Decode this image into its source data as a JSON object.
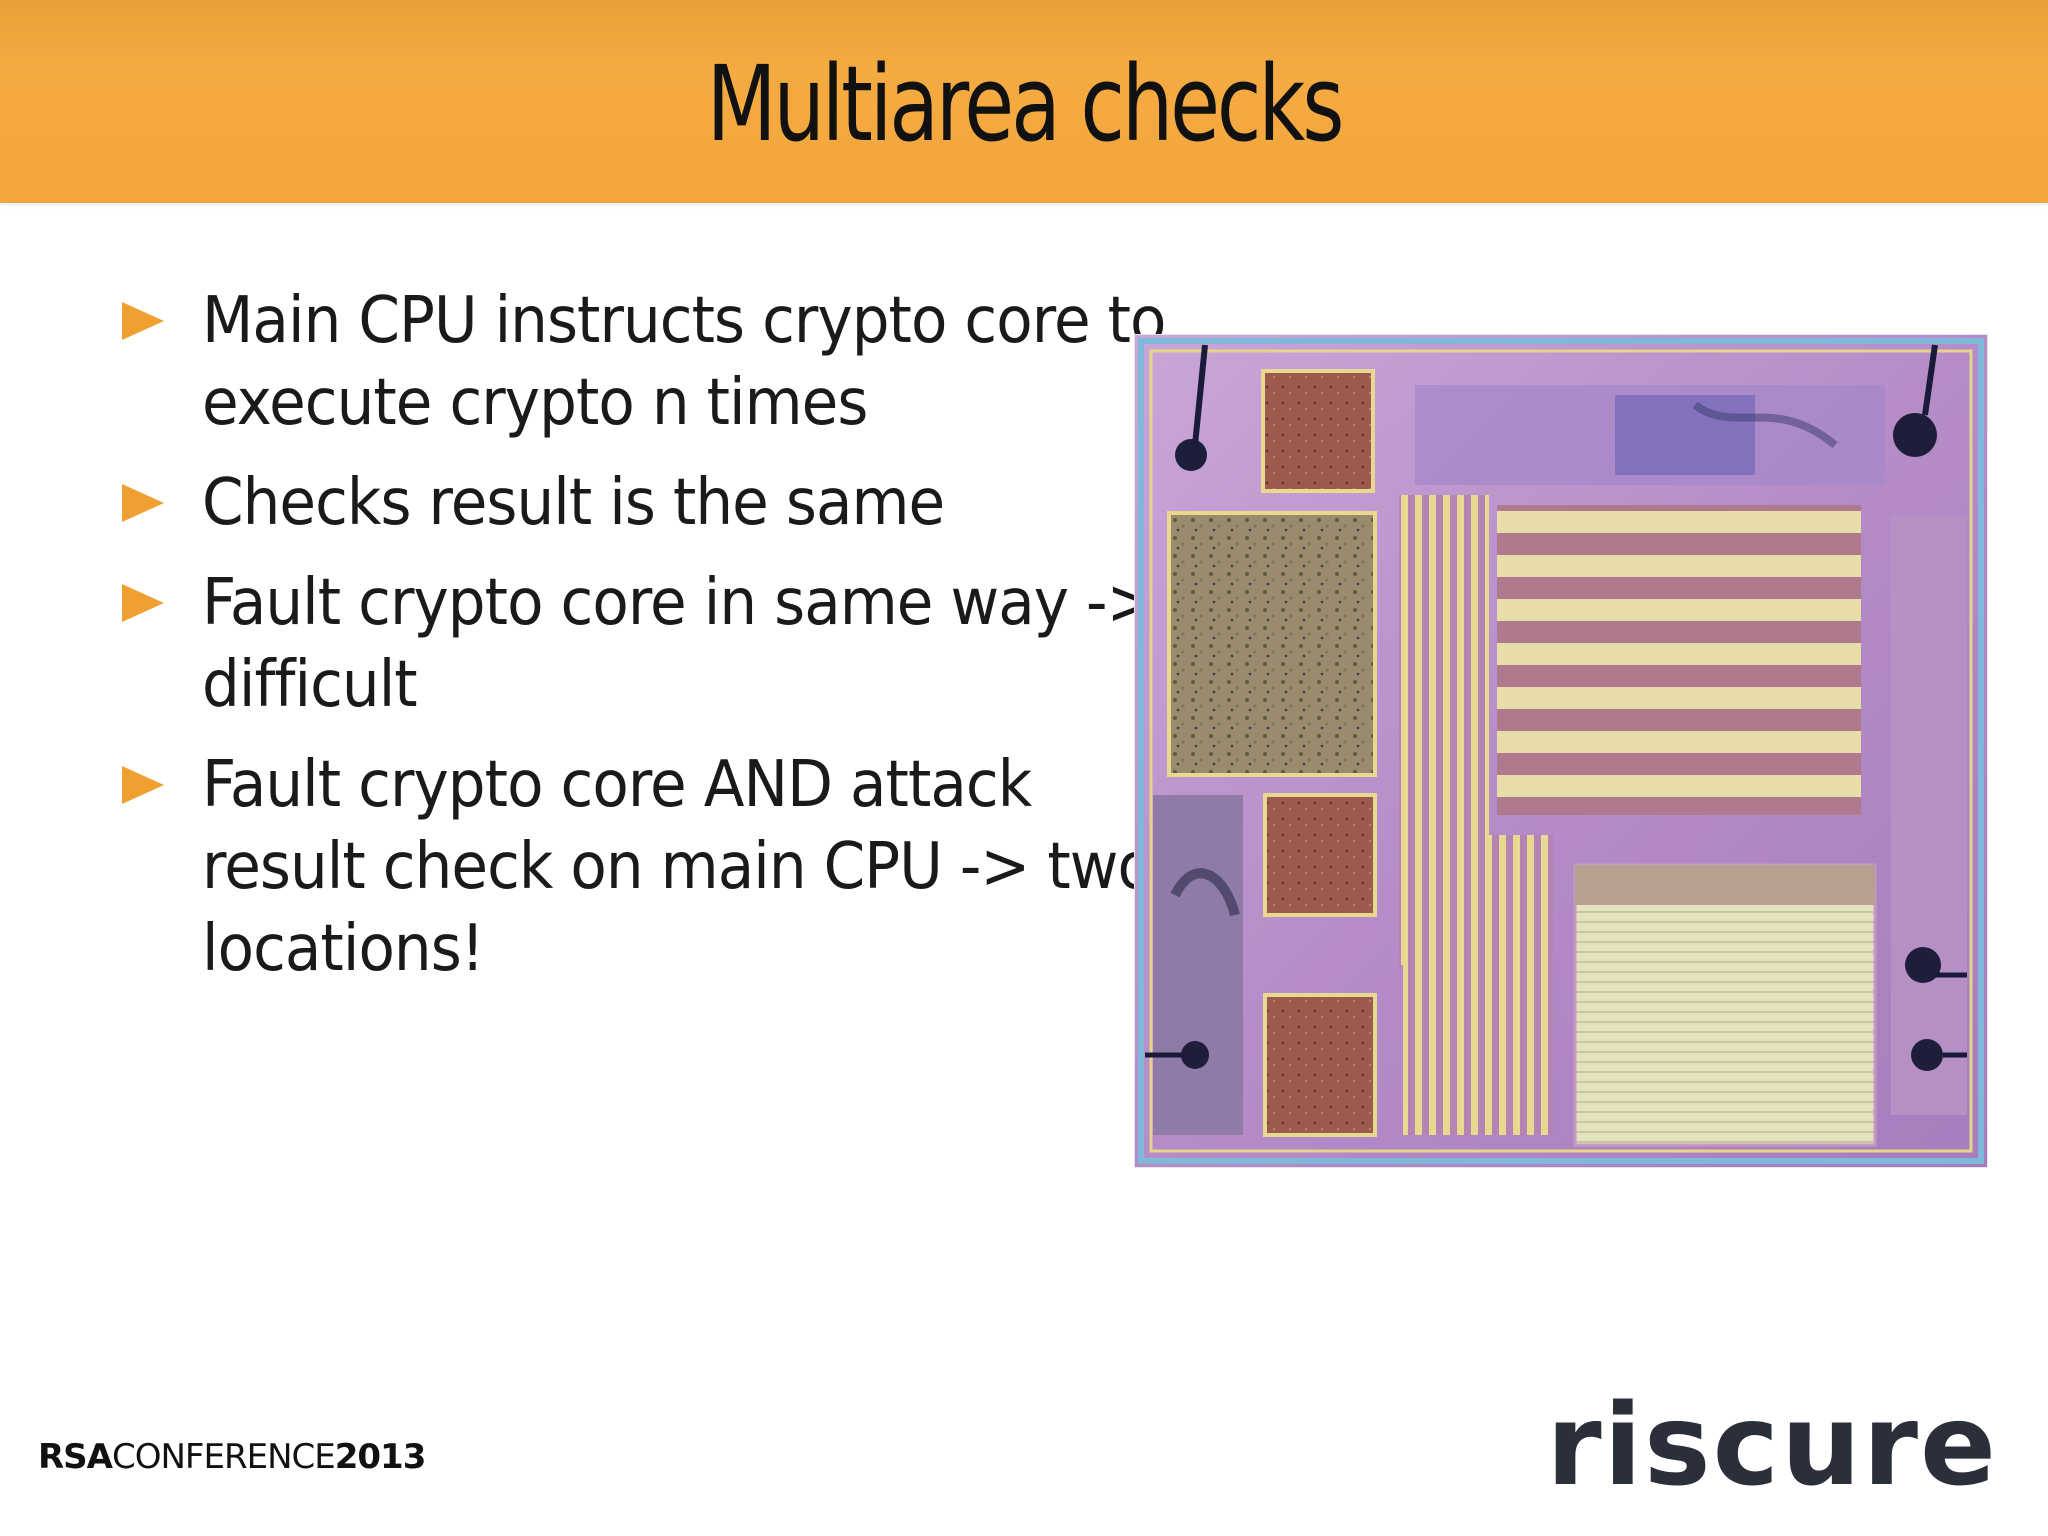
{
  "slide": {
    "title": "Multiarea checks",
    "bullets": [
      {
        "text": "Main CPU instructs crypto core to execute crypto n times"
      },
      {
        "text": "Checks result is the same"
      },
      {
        "text": "Fault crypto core in same way -> difficult"
      },
      {
        "text": "Fault crypto core AND attack result check on main CPU -> two locations!"
      }
    ]
  },
  "footer": {
    "conference_rsa": "RSA",
    "conference_word": "CONFERENCE",
    "conference_year": "2013",
    "logo_text": "riscure"
  },
  "colors": {
    "header_orange": "#f4ab42",
    "bullet_arrow": "#f0a030",
    "text": "#1a1a1a",
    "logo": "#2a2f3a"
  },
  "icons": {
    "bullet": "play-triangle-icon"
  }
}
